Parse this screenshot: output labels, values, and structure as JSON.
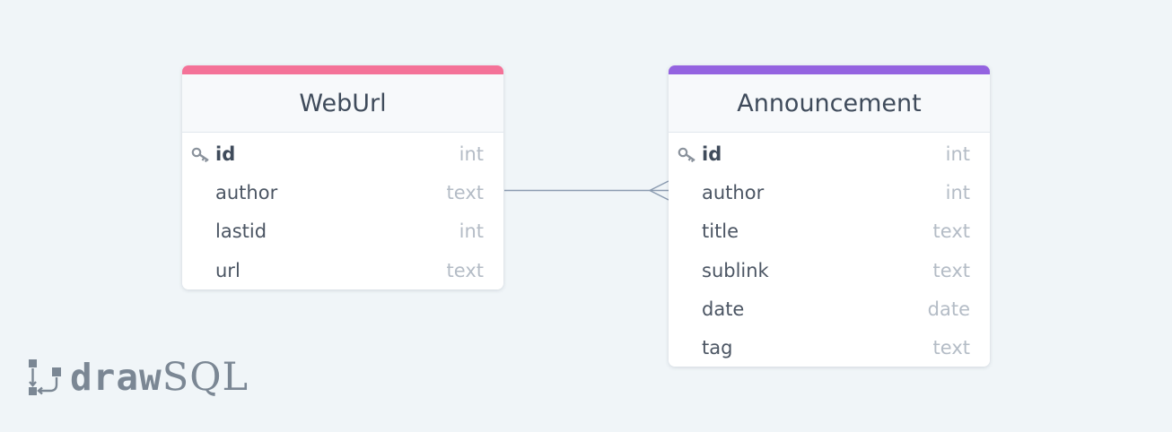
{
  "tables": [
    {
      "name": "WebUrl",
      "accent": "#f47298",
      "columns": [
        {
          "name": "id",
          "type": "int",
          "pk": true
        },
        {
          "name": "author",
          "type": "text"
        },
        {
          "name": "lastid",
          "type": "int"
        },
        {
          "name": "url",
          "type": "text"
        }
      ]
    },
    {
      "name": "Announcement",
      "accent": "#9463e0",
      "columns": [
        {
          "name": "id",
          "type": "int",
          "pk": true
        },
        {
          "name": "author",
          "type": "int"
        },
        {
          "name": "title",
          "type": "text"
        },
        {
          "name": "sublink",
          "type": "text"
        },
        {
          "name": "date",
          "type": "date"
        },
        {
          "name": "tag",
          "type": "text"
        }
      ]
    }
  ],
  "relationship": {
    "from": "WebUrl.author",
    "to": "Announcement.author",
    "cardinality": "one-to-many"
  },
  "brand": {
    "draw": "draw",
    "sql": "SQL"
  }
}
